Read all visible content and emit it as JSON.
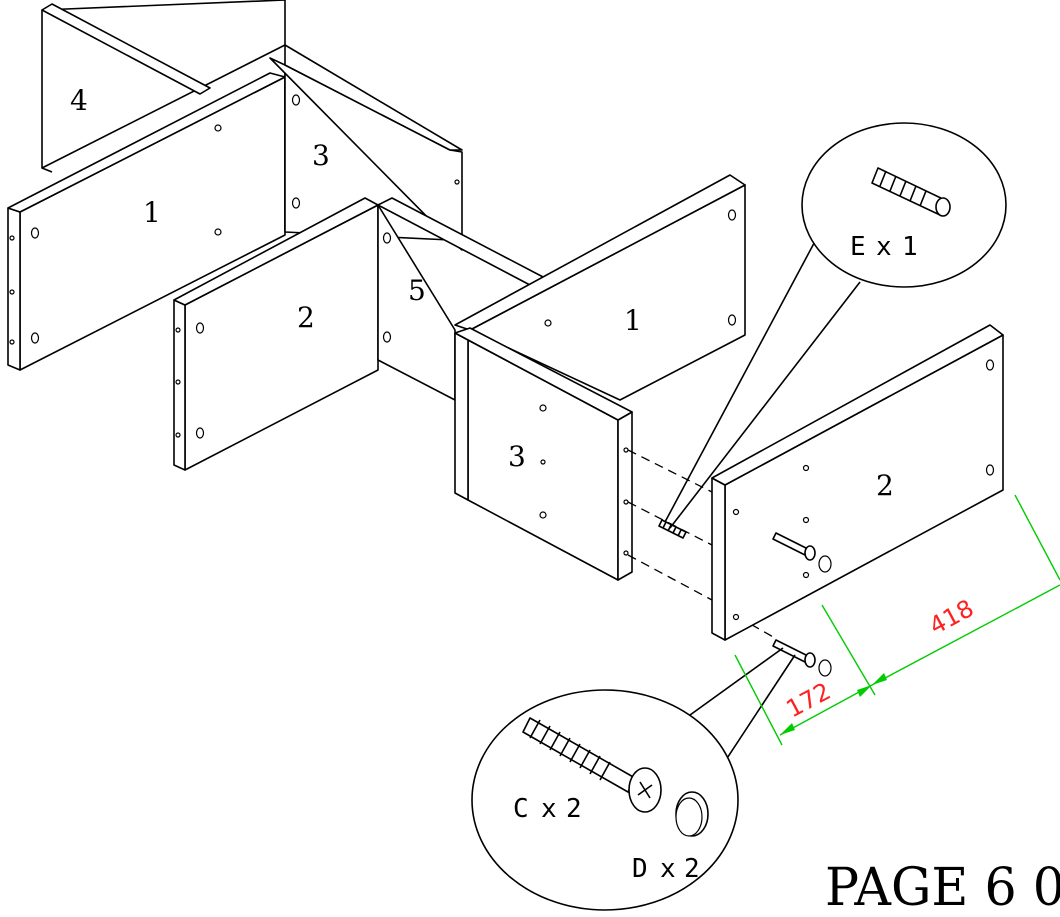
{
  "parts": {
    "back_panel": "4",
    "left_side_rear": "1",
    "left_end_rear": "3",
    "mid_side": "2",
    "mid_divider": "5",
    "right_side_top": "1",
    "front_end": "3",
    "front_side": "2"
  },
  "hardware": {
    "dowel": {
      "letter": "E",
      "times": "x",
      "count": "1"
    },
    "cam_bolt": {
      "letter": "C",
      "times": "x",
      "count": "2"
    },
    "cap": {
      "letter": "D",
      "times": "x",
      "count": "2"
    }
  },
  "dimensions": {
    "small": "172",
    "large": "418",
    "color": "#ff2020",
    "line_color": "#00cc00"
  },
  "footer": {
    "page_label": "PAGE 6 0"
  }
}
